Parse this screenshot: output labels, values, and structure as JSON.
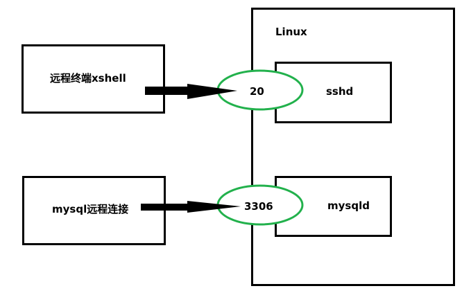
{
  "linux_host": {
    "label": "Linux"
  },
  "clients": [
    {
      "label": "远程终端xshell"
    },
    {
      "label": "mysql远程连接"
    }
  ],
  "services": [
    {
      "label": "sshd"
    },
    {
      "label": "mysqld"
    }
  ],
  "ports": [
    {
      "label": "20"
    },
    {
      "label": "3306"
    }
  ],
  "colors": {
    "stroke": "#000000",
    "port_ring": "#22b14c",
    "background": "#ffffff"
  }
}
